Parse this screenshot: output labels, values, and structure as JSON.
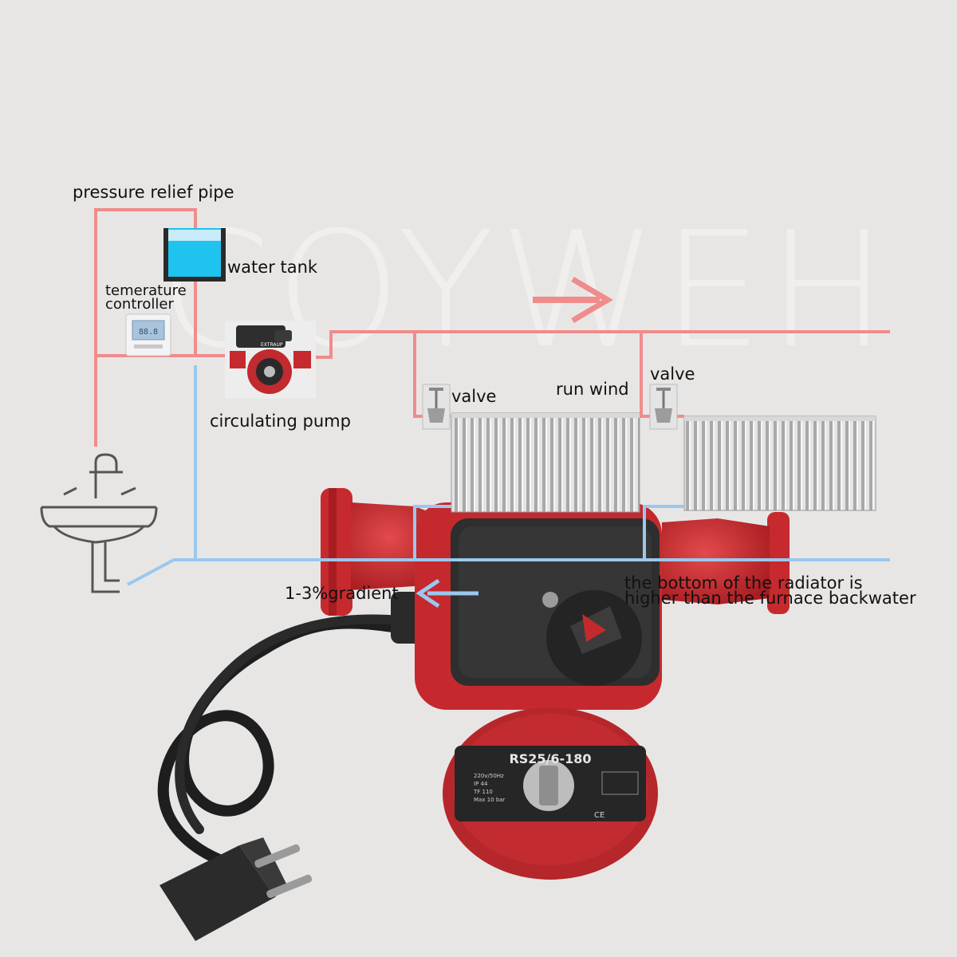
{
  "watermark": "COYWEH",
  "labels": {
    "pressure_relief_pipe": "pressure relief pipe",
    "water_tank": "water tank",
    "temperature_controller_1": "temerature",
    "temperature_controller_2": "controller",
    "circulating_pump": "circulating pump",
    "valve_left": "valve",
    "valve_right": "valve",
    "run_wind": "run wind",
    "gradient": "1-3%gradient",
    "radiator_note_1": "the bottom of the radiator is",
    "radiator_note_2": "higher than the furnace backwater"
  },
  "pump_label": {
    "model": "RS25/6-180",
    "brand": "EXTRAUP",
    "spec_1": "220v/50Hz",
    "spec_2": "IP 44",
    "spec_3": "TF 110",
    "spec_4": "Max 10 bar",
    "ce": "CE"
  },
  "colors": {
    "hot_pipe": "#f08c8c",
    "return_pipe": "#9ac8ee",
    "pump_red": "#cf2c30",
    "pump_black": "#2e2e2e",
    "radiator": "#c9c9c9",
    "tank_water": "#1ec3ef",
    "sink_outline": "#555555"
  }
}
